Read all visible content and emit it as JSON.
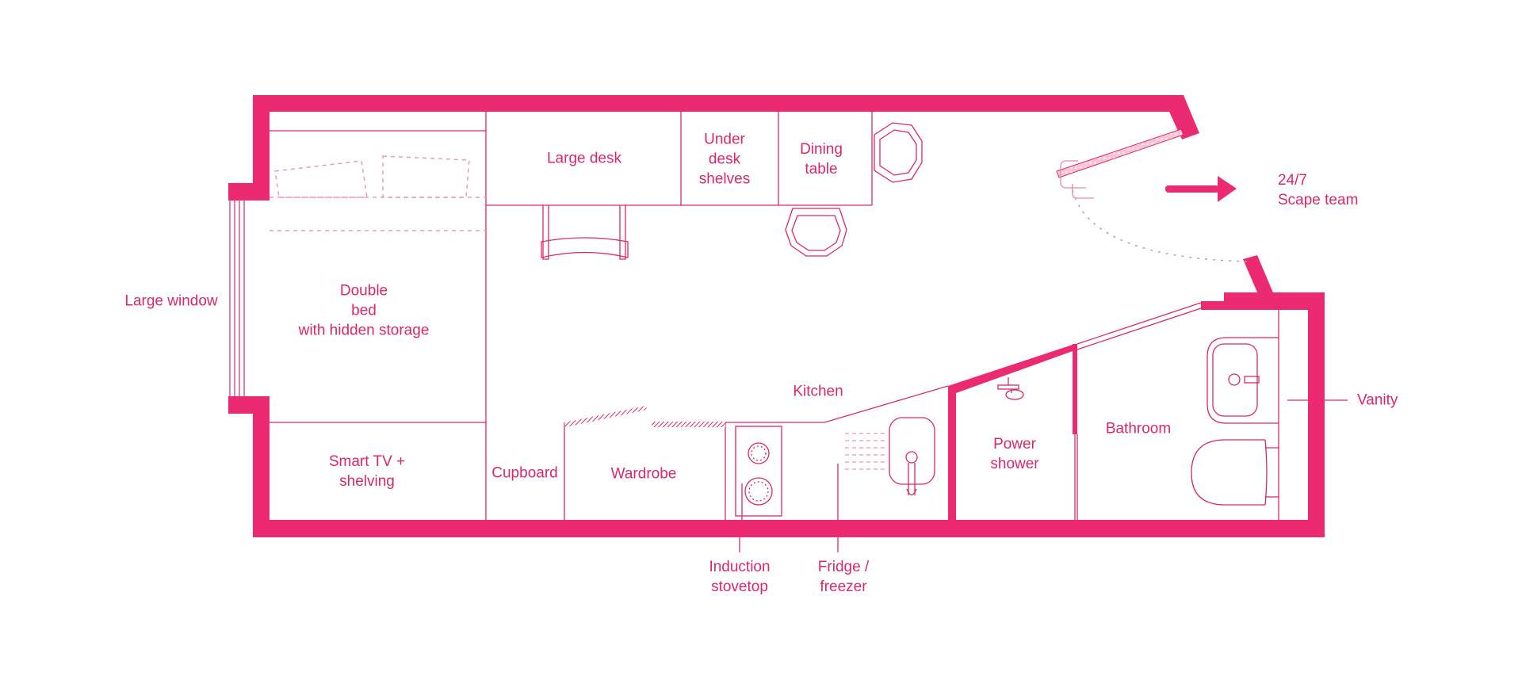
{
  "colors": {
    "wall": "#ec2a72",
    "line": "#d8286a",
    "dashed": "#e89bb8",
    "label": "#d8286a",
    "background": "#ffffff"
  },
  "labels": {
    "large_window": "Large window",
    "double_bed": [
      "Double",
      "bed",
      "with hidden storage"
    ],
    "large_desk": "Large desk",
    "under_desk_shelves": [
      "Under",
      "desk",
      "shelves"
    ],
    "dining_table": [
      "Dining",
      "table"
    ],
    "scape_team": [
      "24/7",
      "Scape team"
    ],
    "kitchen": "Kitchen",
    "smart_tv": [
      "Smart TV +",
      "shelving"
    ],
    "cupboard": "Cupboard",
    "wardrobe": "Wardrobe",
    "power_shower": [
      "Power",
      "shower"
    ],
    "bathroom": "Bathroom",
    "vanity": "Vanity",
    "induction_stovetop": [
      "Induction",
      "stovetop"
    ],
    "fridge_freezer": [
      "Fridge /",
      "freezer"
    ]
  },
  "icons": {
    "exit_arrow": "arrow-right-icon",
    "door": "door-swing-icon",
    "chair": "chair-icon",
    "shower_head": "shower-head-icon",
    "sink": "sink-icon",
    "toilet": "toilet-icon",
    "stovetop": "stovetop-burner-icon",
    "kitchen_sink": "kitchen-sink-icon"
  }
}
